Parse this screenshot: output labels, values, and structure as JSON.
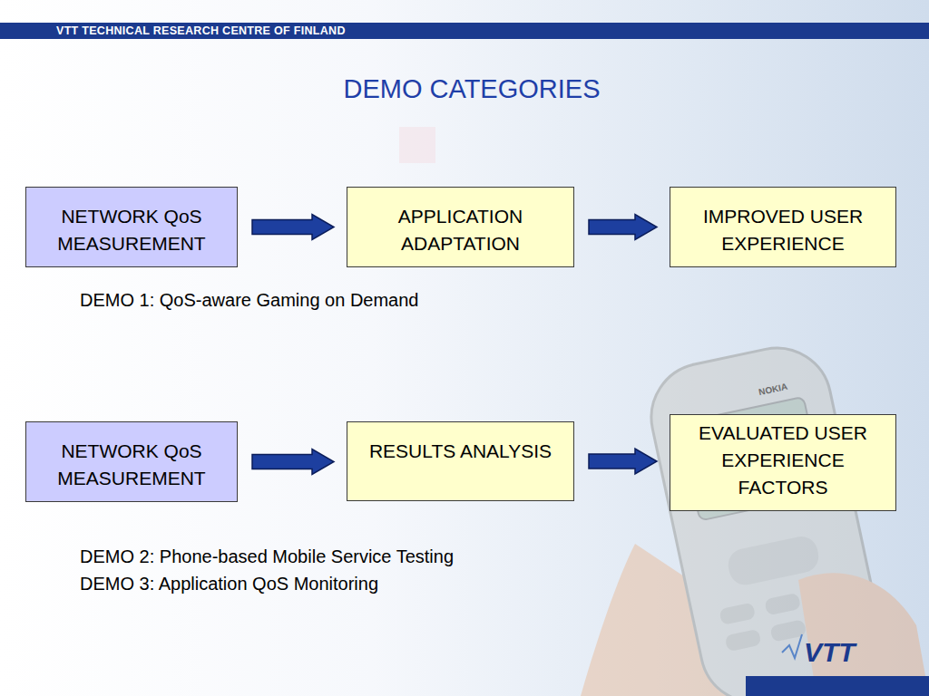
{
  "diagram": {
    "title": "DEMO CATEGORIES",
    "nodes": [
      {
        "text": [
          "NETWORK QoS MEASUREMENT"
        ]
      },
      {
        "text": [
          "APPLICATION ADAPTATION"
        ]
      },
      {
        "text": [
          "IMPROVED USER EXPERIENCE"
        ]
      },
      {
        "text": [
          "NETWORK QoS MEASUREMENT"
        ]
      },
      {
        "text": [
          "RESULTS ANALYSIS"
        ]
      },
      {
        "text": [
          "EVALUATED USER EXPERIENCE FACTORS"
        ]
      }
    ],
    "edges": [
      {
        "from": 0,
        "to": 1,
        "arrow": "to"
      },
      {
        "from": 1,
        "to": 2,
        "arrow": "to"
      },
      {
        "from": 3,
        "to": 4,
        "arrow": "to"
      },
      {
        "from": 4,
        "to": 5,
        "arrow": "to"
      }
    ],
    "labels": [
      "VTT TECHNICAL RESEARCH CENTRE OF FINLAND",
      "DEMO 1: QoS-aware Gaming on Demand",
      "DEMO 2: Phone-based Mobile Service Testing",
      "DEMO 3: Application QoS Monitoring",
      "NOKIA",
      "VTT"
    ]
  }
}
